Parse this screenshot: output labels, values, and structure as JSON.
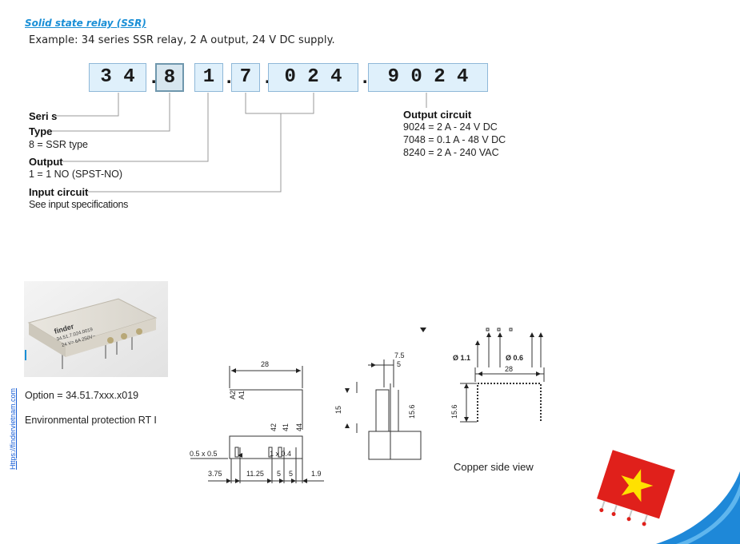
{
  "heading": {
    "title": "Solid state relay (SSR)",
    "subtitle": "Example: 34 series SSR relay, 2 A output, 24 V DC supply."
  },
  "code": {
    "g1": "3 4",
    "g2": "8",
    "g3": "1",
    "g4": "7",
    "g5": "0 2 4",
    "g6": "9 0 2 4",
    "sep": "."
  },
  "legend": {
    "series_label": "Seri s",
    "type_label": "Type",
    "type_desc": "8 = SSR type",
    "output_label": "Output",
    "output_desc": "1 = 1 NO (SPST-NO)",
    "input_label": "Input circuit",
    "input_desc": "See input specifications",
    "output_circuit_label": "Output circuit",
    "output_circuit_rows": [
      "9024 =  2 A -  24 V DC",
      "7048 = 0.1 A -  48 V DC",
      "8240 =  2 A - 240 VAC"
    ]
  },
  "product": {
    "option_text": "Option = 34.51.7xxx.x019",
    "env_text": "Environmental protection RT I",
    "side_link": "Https://findervietnam.com",
    "relay_print": [
      "finder",
      "34.51.7.024.0019",
      "24 V=  6A 250V~"
    ]
  },
  "drawing": {
    "dim_28": "28",
    "dim_28b": "28",
    "dim_15": "15",
    "dim_156": "15.6",
    "dim_156b": "15.6",
    "dim_75": "7.5",
    "dim_5a": "5",
    "dim_05": "0.5 x 0.5",
    "dim_1x04": "1 x 0.4",
    "dim_375": "3.75",
    "dim_1125": "11.25",
    "dim_5b": "5",
    "dim_5c": "5",
    "dim_19": "1.9",
    "dim_o11": "Ø 1.1",
    "dim_o06": "Ø 0.6",
    "pin_a2": "A2",
    "pin_a1": "A1",
    "pin_42": "42",
    "pin_41": "41",
    "pin_44": "44",
    "copper_caption": "Copper side view"
  },
  "colors": {
    "accent": "#1a8fd6",
    "code_bg": "#dff0fb",
    "flag_red": "#e0201b",
    "flag_star": "#ffe100",
    "swoosh": "#1e88d8"
  }
}
